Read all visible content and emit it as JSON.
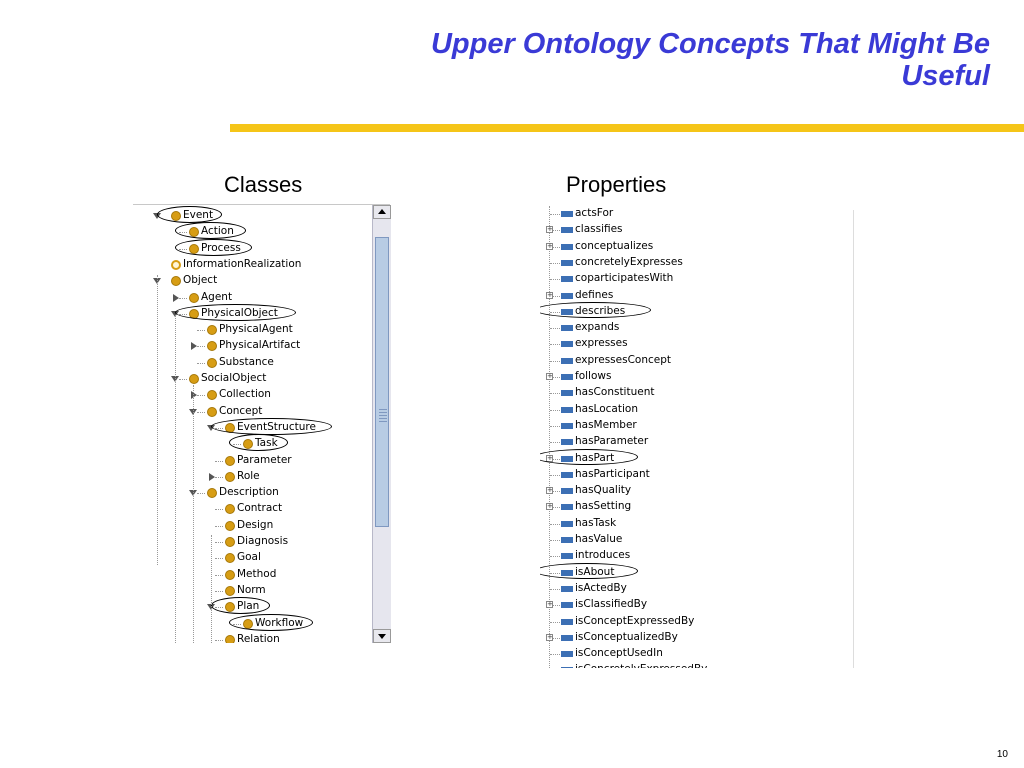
{
  "slide": {
    "title_line1": "Upper Ontology Concepts That Might Be",
    "title_line2": "Useful",
    "classes_heading": "Classes",
    "properties_heading": "Properties",
    "page_number": "10",
    "accent_color": "#f5c518",
    "title_color": "#3a3ad6"
  },
  "classes": [
    {
      "label": "Event",
      "level": 0,
      "expander": "down",
      "icon": "class-circle",
      "circled": true
    },
    {
      "label": "Action",
      "level": 1,
      "expander": "none",
      "icon": "class-circle",
      "circled": true
    },
    {
      "label": "Process",
      "level": 1,
      "expander": "none",
      "icon": "class-circle",
      "circled": true
    },
    {
      "label": "InformationRealization",
      "level": 0,
      "expander": "none",
      "icon": "class-ring",
      "circled": false
    },
    {
      "label": "Object",
      "level": 0,
      "expander": "down",
      "icon": "class-circle",
      "circled": false
    },
    {
      "label": "Agent",
      "level": 1,
      "expander": "right",
      "icon": "class-circle",
      "circled": false
    },
    {
      "label": "PhysicalObject",
      "level": 1,
      "expander": "down",
      "icon": "class-circle",
      "circled": true
    },
    {
      "label": "PhysicalAgent",
      "level": 2,
      "expander": "none",
      "icon": "class-circle",
      "circled": false
    },
    {
      "label": "PhysicalArtifact",
      "level": 2,
      "expander": "right",
      "icon": "class-circle",
      "circled": false
    },
    {
      "label": "Substance",
      "level": 2,
      "expander": "none",
      "icon": "class-circle",
      "circled": false
    },
    {
      "label": "SocialObject",
      "level": 1,
      "expander": "down",
      "icon": "class-circle",
      "circled": false
    },
    {
      "label": "Collection",
      "level": 2,
      "expander": "right",
      "icon": "class-circle",
      "circled": false
    },
    {
      "label": "Concept",
      "level": 2,
      "expander": "down",
      "icon": "class-circle",
      "circled": false
    },
    {
      "label": "EventStructure",
      "level": 3,
      "expander": "down",
      "icon": "class-circle",
      "circled": true
    },
    {
      "label": "Task",
      "level": 4,
      "expander": "none",
      "icon": "class-circle",
      "circled": true
    },
    {
      "label": "Parameter",
      "level": 3,
      "expander": "none",
      "icon": "class-circle",
      "circled": false
    },
    {
      "label": "Role",
      "level": 3,
      "expander": "right",
      "icon": "class-circle",
      "circled": false
    },
    {
      "label": "Description",
      "level": 2,
      "expander": "down",
      "icon": "class-circle",
      "circled": false
    },
    {
      "label": "Contract",
      "level": 3,
      "expander": "none",
      "icon": "class-circle",
      "circled": false
    },
    {
      "label": "Design",
      "level": 3,
      "expander": "none",
      "icon": "class-circle",
      "circled": false
    },
    {
      "label": "Diagnosis",
      "level": 3,
      "expander": "none",
      "icon": "class-circle",
      "circled": false
    },
    {
      "label": "Goal",
      "level": 3,
      "expander": "none",
      "icon": "class-circle",
      "circled": false
    },
    {
      "label": "Method",
      "level": 3,
      "expander": "none",
      "icon": "class-circle",
      "circled": false
    },
    {
      "label": "Norm",
      "level": 3,
      "expander": "none",
      "icon": "class-circle",
      "circled": false
    },
    {
      "label": "Plan",
      "level": 3,
      "expander": "down",
      "icon": "class-circle",
      "circled": true
    },
    {
      "label": "Workflow",
      "level": 4,
      "expander": "none",
      "icon": "class-circle",
      "circled": true
    },
    {
      "label": "Relation",
      "level": 3,
      "expander": "none",
      "icon": "class-circle",
      "circled": false
    }
  ],
  "properties": [
    {
      "label": "actsFor",
      "expandable": false,
      "circled": false
    },
    {
      "label": "classifies",
      "expandable": true,
      "circled": false
    },
    {
      "label": "conceptualizes",
      "expandable": true,
      "circled": false
    },
    {
      "label": "concretelyExpresses",
      "expandable": false,
      "circled": false
    },
    {
      "label": "coparticipatesWith",
      "expandable": false,
      "circled": false
    },
    {
      "label": "defines",
      "expandable": true,
      "circled": false
    },
    {
      "label": "describes",
      "expandable": false,
      "circled": true
    },
    {
      "label": "expands",
      "expandable": false,
      "circled": false
    },
    {
      "label": "expresses",
      "expandable": false,
      "circled": false
    },
    {
      "label": "expressesConcept",
      "expandable": false,
      "circled": false
    },
    {
      "label": "follows",
      "expandable": true,
      "circled": false
    },
    {
      "label": "hasConstituent",
      "expandable": false,
      "circled": false
    },
    {
      "label": "hasLocation",
      "expandable": false,
      "circled": false
    },
    {
      "label": "hasMember",
      "expandable": false,
      "circled": false
    },
    {
      "label": "hasParameter",
      "expandable": false,
      "circled": false
    },
    {
      "label": "hasPart",
      "expandable": true,
      "circled": true
    },
    {
      "label": "hasParticipant",
      "expandable": false,
      "circled": false
    },
    {
      "label": "hasQuality",
      "expandable": true,
      "circled": false
    },
    {
      "label": "hasSetting",
      "expandable": true,
      "circled": false
    },
    {
      "label": "hasTask",
      "expandable": false,
      "circled": false
    },
    {
      "label": "hasValue",
      "expandable": false,
      "circled": false
    },
    {
      "label": "introduces",
      "expandable": false,
      "circled": false
    },
    {
      "label": "isAbout",
      "expandable": false,
      "circled": true
    },
    {
      "label": "isActedBy",
      "expandable": false,
      "circled": false
    },
    {
      "label": "isClassifiedBy",
      "expandable": true,
      "circled": false
    },
    {
      "label": "isConceptExpressedBy",
      "expandable": false,
      "circled": false
    },
    {
      "label": "isConceptualizedBy",
      "expandable": true,
      "circled": false
    },
    {
      "label": "isConceptUsedIn",
      "expandable": false,
      "circled": false
    },
    {
      "label": "isConcretelyExpressedBy",
      "expandable": false,
      "circled": false
    }
  ]
}
